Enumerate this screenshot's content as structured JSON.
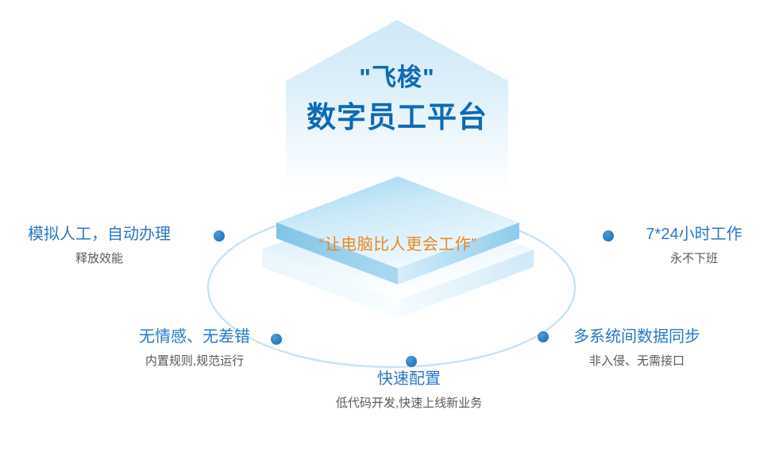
{
  "hexagon": {
    "title_line1": "\"飞梭\"",
    "title_line2": "数字员工平台",
    "color": "#0d6ab5"
  },
  "center_plate": {
    "quote": "“让电脑比人更会工作”",
    "color": "#e8881f"
  },
  "ring": {
    "color": "#c7e4f5",
    "dot_color": "#2b7cc4"
  },
  "nodes": [
    {
      "id": "simulate-manual",
      "title": "模拟人工，自动办理",
      "subtitle": "释放效能"
    },
    {
      "id": "always-on",
      "title": "7*24小时工作",
      "subtitle": "永不下班"
    },
    {
      "id": "no-emotion-no-error",
      "title": "无情感、无差错",
      "subtitle": "内置规则,规范运行"
    },
    {
      "id": "multi-system-sync",
      "title": "多系统间数据同步",
      "subtitle": "非入侵、无需接口"
    },
    {
      "id": "fast-config",
      "title": "快速配置",
      "subtitle": "低代码开发,快速上线新业务"
    }
  ]
}
